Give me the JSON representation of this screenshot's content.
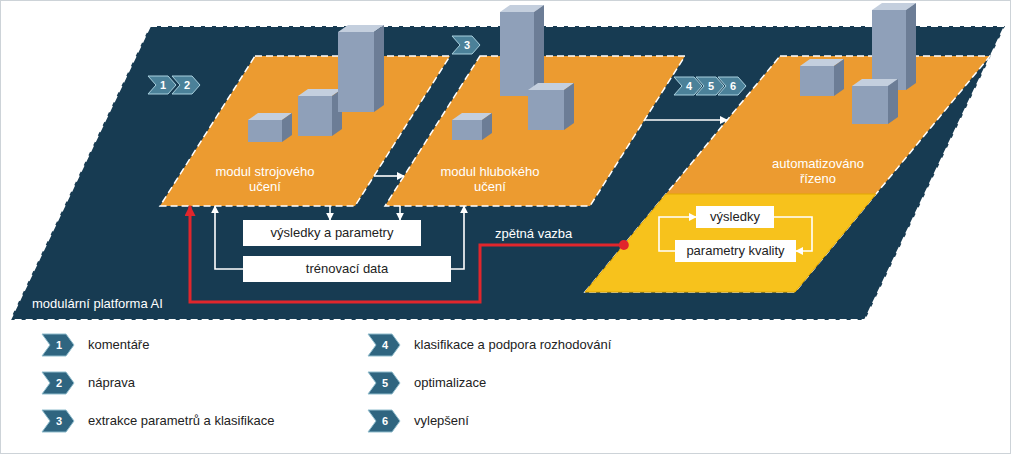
{
  "diagram": {
    "nodes": [
      {
        "text": [
          "modulární platforma AI"
        ]
      },
      {
        "text": [
          "modul strojového učení"
        ],
        "in": 0
      },
      {
        "text": [
          "modul hlubokého učení"
        ],
        "in": 0
      },
      {
        "text": [
          "automatizováno řízeno"
        ],
        "in": 0
      },
      {
        "text": [
          "výsledky"
        ],
        "in": 3
      },
      {
        "text": [
          "parametry kvality"
        ],
        "in": 3
      },
      {
        "text": [
          "výsledky a parametry"
        ],
        "in": 0
      },
      {
        "text": [
          "trénovací data"
        ],
        "in": 0
      }
    ],
    "edges": [
      {
        "from": 1,
        "to": 6,
        "arrow": "to"
      },
      {
        "from": 2,
        "to": 6,
        "arrow": "to"
      },
      {
        "from": 7,
        "to": 1,
        "arrow": "to"
      },
      {
        "from": 7,
        "to": 2,
        "arrow": "to"
      },
      {
        "from": 1,
        "to": 2,
        "arrow": "to"
      },
      {
        "from": 2,
        "to": 3,
        "arrow": "to"
      },
      {
        "from": 3,
        "to": 1,
        "label": "zpětná vazba",
        "arrow": "to"
      },
      {
        "from": 4,
        "to": 5,
        "arrow": "to"
      },
      {
        "from": 5,
        "to": 4,
        "arrow": "to"
      }
    ],
    "labels": [
      "1",
      "2",
      "3",
      "4",
      "5",
      "6",
      "1",
      "2",
      "3",
      "4",
      "5",
      "6"
    ],
    "legend": [
      {
        "text": "komentáře"
      },
      {
        "text": "náprava"
      },
      {
        "text": "extrakce parametrů a klasifikace"
      },
      {
        "text": "klasifikace a podpora rozhodování"
      },
      {
        "text": "optimalizace"
      },
      {
        "text": "vylepšení"
      }
    ]
  }
}
